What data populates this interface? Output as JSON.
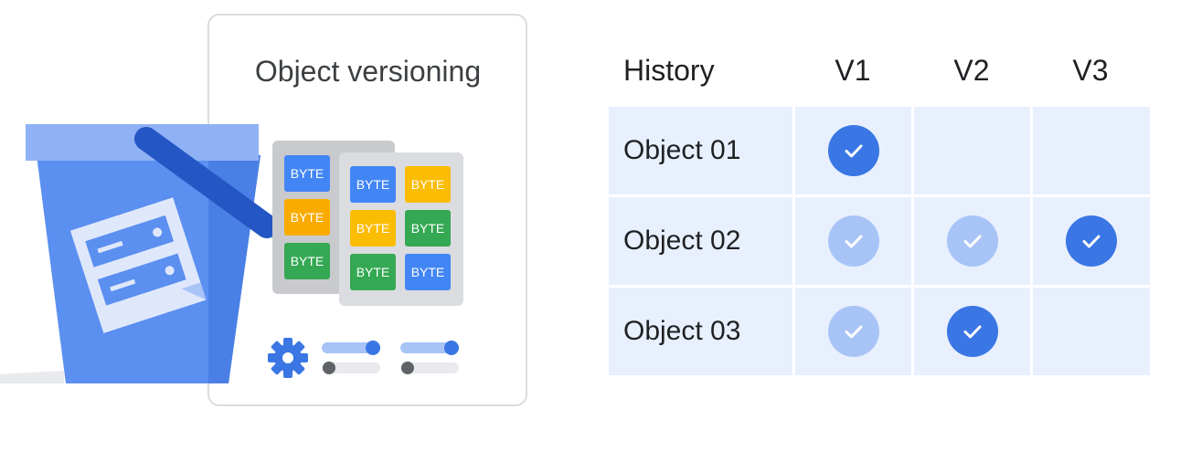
{
  "card": {
    "title": "Object versioning"
  },
  "byte_stacks": {
    "label": "BYTE",
    "back": [
      "#4285f4",
      "#f9ab00",
      "#34a853"
    ],
    "front": [
      [
        "#4285f4",
        "#fbbc04"
      ],
      [
        "#fbbc04",
        "#34a853"
      ],
      [
        "#34a853",
        "#4285f4"
      ]
    ]
  },
  "table": {
    "header": {
      "history": "History",
      "versions": [
        "V1",
        "V2",
        "V3"
      ]
    },
    "rows": [
      {
        "name": "Object 01",
        "checks": [
          "current",
          "none",
          "none"
        ]
      },
      {
        "name": "Object 02",
        "checks": [
          "previous",
          "previous",
          "current"
        ]
      },
      {
        "name": "Object 03",
        "checks": [
          "previous",
          "current",
          "none"
        ]
      }
    ]
  },
  "colors": {
    "cell_bg": "#e8f0fe",
    "check_current": "#3a76e4",
    "check_previous": "#a8c4f7",
    "bucket_blue": "#5b8ff0"
  },
  "icons": [
    "bucket-icon",
    "gear-icon",
    "toggle-icon",
    "check-circle-icon"
  ]
}
